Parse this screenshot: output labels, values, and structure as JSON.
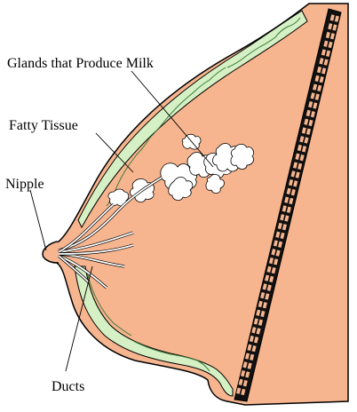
{
  "labels": {
    "glands": "Glands that Produce Milk",
    "fatty": "Fatty Tissue",
    "nipple": "Nipple",
    "ducts": "Ducts"
  },
  "colors": {
    "tissue": "#f7b58f",
    "fat": "#d5f0c4",
    "outline": "#000000",
    "gland": "#ffffff",
    "rib": "#111111",
    "rib_cells": "#f7b58f",
    "vein": "#3c7a3c"
  }
}
